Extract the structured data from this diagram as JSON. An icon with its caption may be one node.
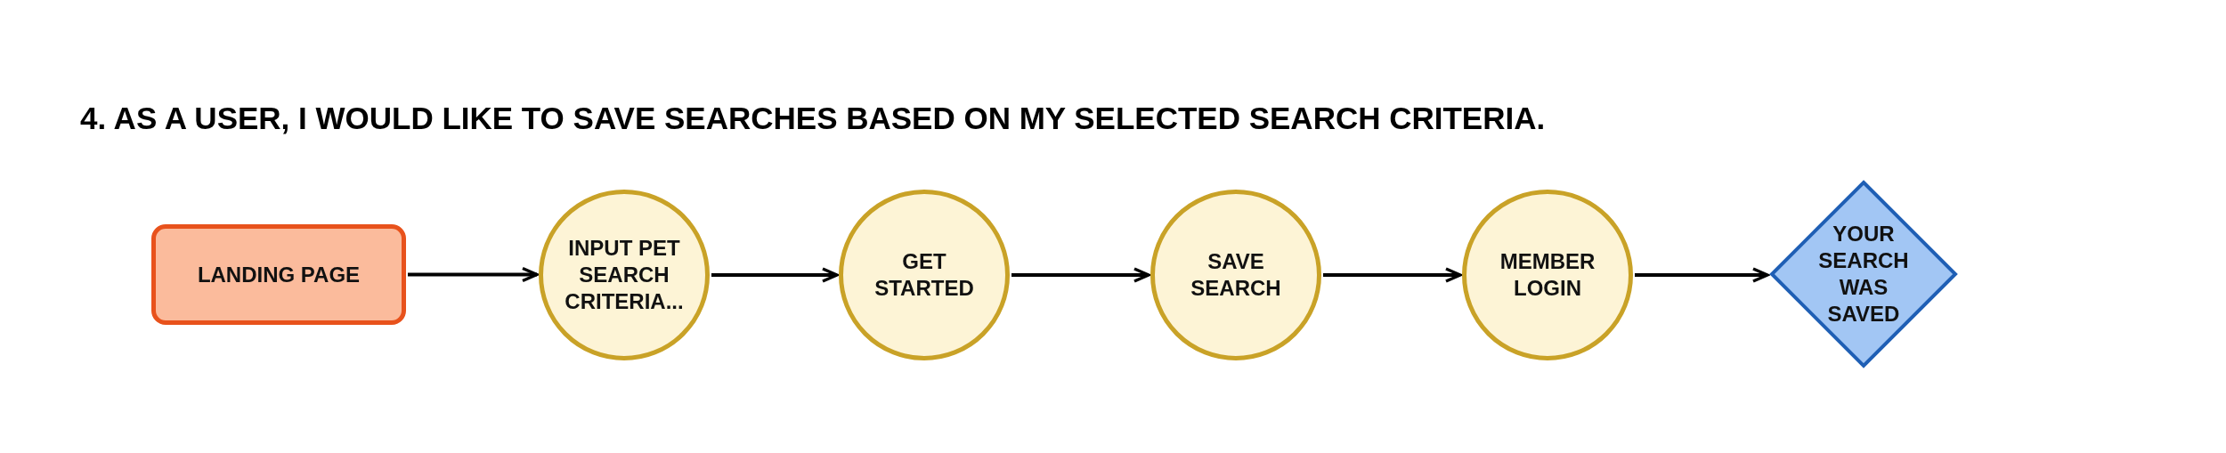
{
  "diagram": {
    "title": "4. AS A USER, I WOULD LIKE TO SAVE SEARCHES BASED ON MY SELECTED SEARCH CRITERIA.",
    "nodes": [
      {
        "text": [
          "LANDING PAGE"
        ]
      },
      {
        "text": [
          "INPUT PET SEARCH CRITERIA..."
        ]
      },
      {
        "text": [
          "GET STARTED"
        ]
      },
      {
        "text": [
          "SAVE SEARCH"
        ]
      },
      {
        "text": [
          "MEMBER LOGIN"
        ]
      },
      {
        "text": [
          "YOUR SEARCH WAS SAVED"
        ]
      }
    ],
    "edges": [
      {
        "from": 0,
        "to": 1,
        "arrow": "to"
      },
      {
        "from": 1,
        "to": 2,
        "arrow": "to"
      },
      {
        "from": 2,
        "to": 3,
        "arrow": "to"
      },
      {
        "from": 3,
        "to": 4,
        "arrow": "to"
      },
      {
        "from": 4,
        "to": 5,
        "arrow": "to"
      }
    ]
  }
}
